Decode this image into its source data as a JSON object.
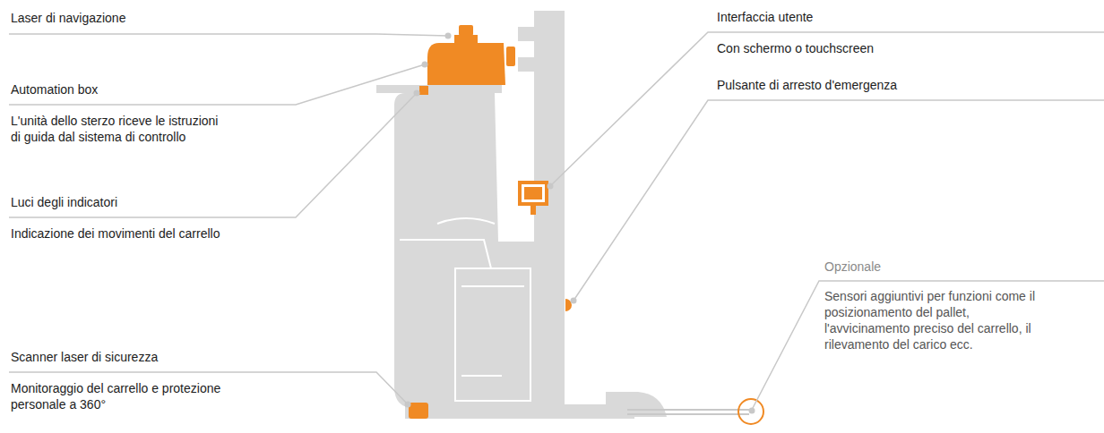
{
  "diagram": {
    "labels": [
      "Laser di navigazione",
      "Automation box",
      "L'unità dello sterzo riceve le istruzioni di guida dal sistema di controllo",
      "Luci degli indicatori",
      "Indicazione dei movimenti del carrello",
      "Scanner laser di sicurezza",
      "Monitoraggio del carrello e protezione personale a 360°",
      "Interfaccia utente",
      "Con schermo o touchscreen",
      "Pulsante di arresto d'emergenza",
      "Opzionale",
      "Sensori aggiuntivi per funzioni come il posizionamento del pallet, l'avvicinamento preciso del carrello, il rilevamento del carico ecc."
    ]
  }
}
